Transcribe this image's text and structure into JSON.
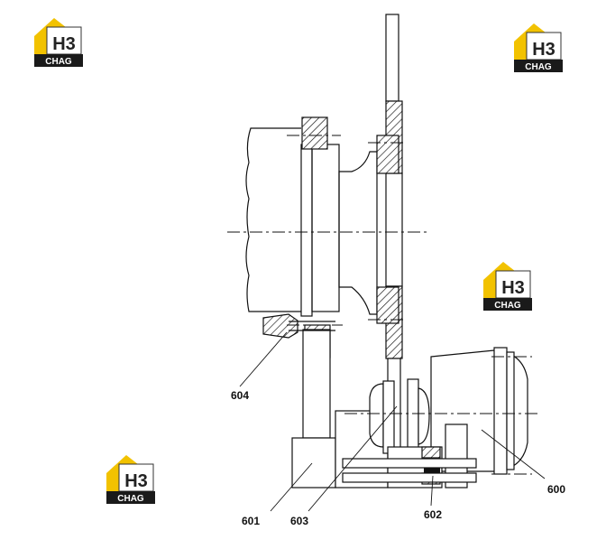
{
  "watermark": {
    "top": "H3",
    "bottom": "CHAG",
    "accent": "#f2c200"
  },
  "labels": {
    "p604": "604",
    "p601": "601",
    "p603": "603",
    "p602": "602",
    "p600": "600"
  }
}
